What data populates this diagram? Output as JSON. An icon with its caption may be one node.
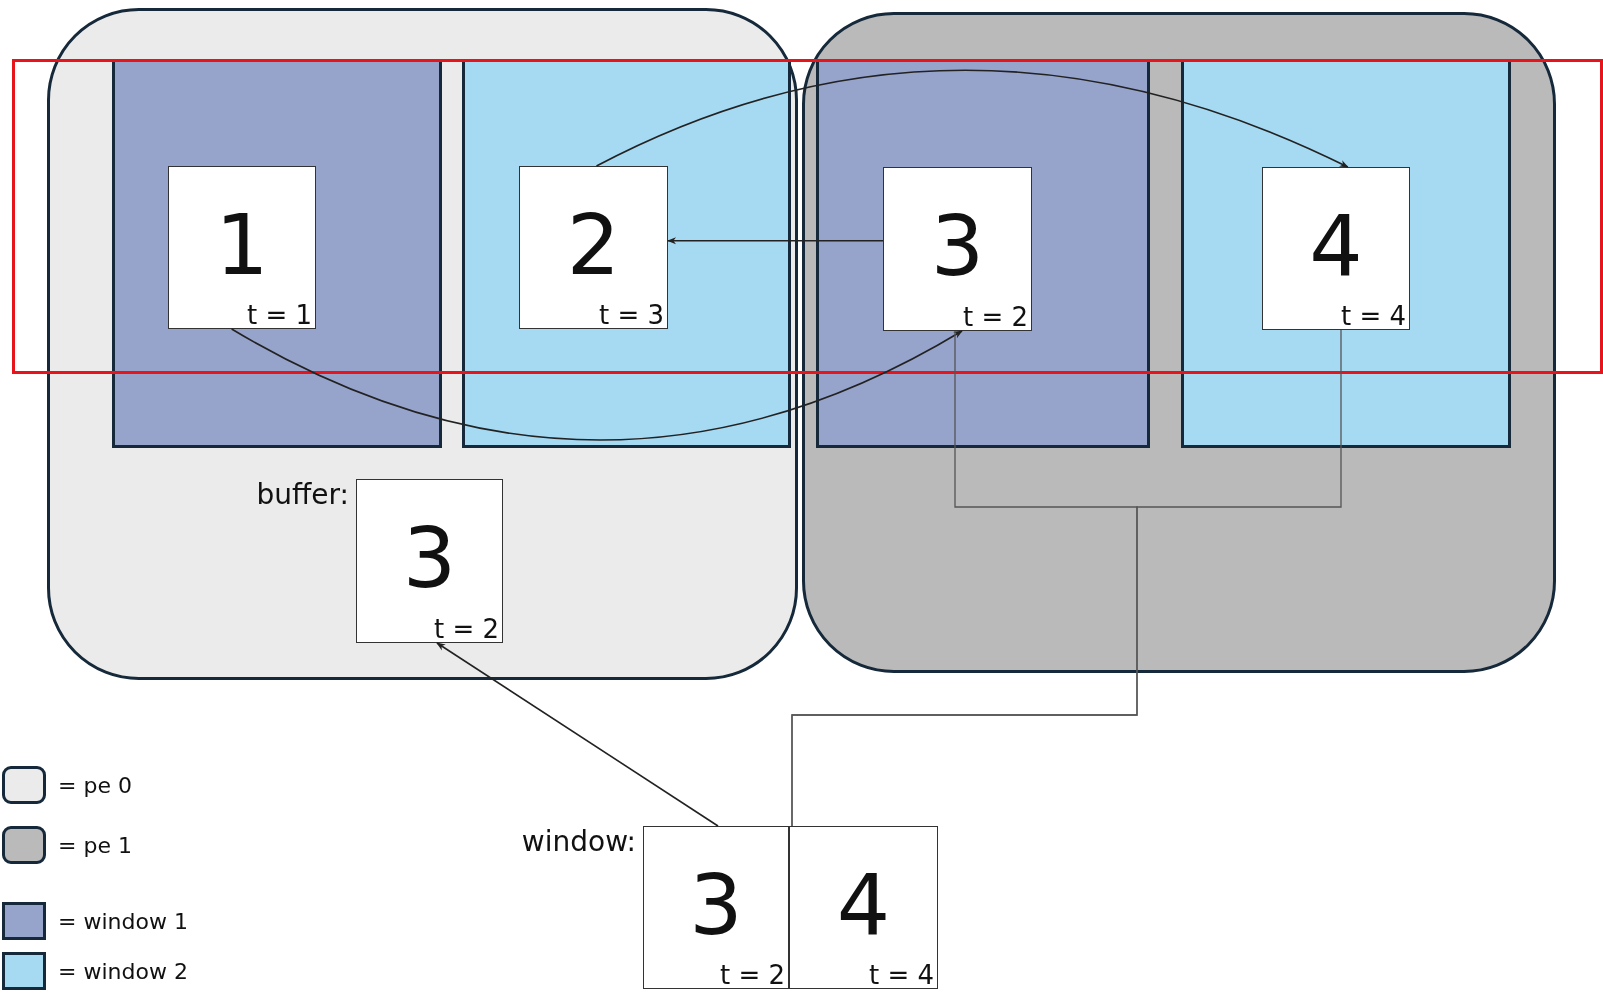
{
  "diagram": {
    "nodes": [
      {
        "text": [],
        "shape": "box"
      },
      {
        "text": [],
        "shape": "box"
      },
      {
        "text": [],
        "shape": "box",
        "in": 0
      },
      {
        "text": [],
        "shape": "box",
        "in": 0
      },
      {
        "text": [],
        "shape": "box",
        "in": 1
      },
      {
        "text": [],
        "shape": "box",
        "in": 1
      },
      {
        "text": [
          "1",
          "t = 1"
        ],
        "in": 2
      },
      {
        "text": [
          "2",
          "t = 3"
        ],
        "in": 3
      },
      {
        "text": [
          "3",
          "t = 2"
        ],
        "in": 4
      },
      {
        "text": [
          "4",
          "t = 4"
        ],
        "in": 5
      },
      {
        "text": [
          "3",
          "t = 2"
        ],
        "in": 0,
        "beside": [
          "buffer:"
        ]
      },
      {
        "text": [
          "3",
          "t = 2"
        ],
        "beside": [
          "window:"
        ]
      },
      {
        "text": [
          "4",
          "t = 4"
        ]
      }
    ],
    "edges": [
      {
        "from": 7,
        "to": 9,
        "arrow": "to"
      },
      {
        "from": 8,
        "to": 7,
        "arrow": "to"
      },
      {
        "from": 6,
        "to": 8,
        "arrow": "to"
      },
      {
        "from": 11,
        "to": 10,
        "arrow": "to"
      },
      {
        "from": 8,
        "to": 12,
        "arrow": "none"
      },
      {
        "from": 9,
        "to": 12,
        "arrow": "none"
      }
    ],
    "legend": [
      {
        "text": "= pe 0",
        "color": "#ebebeb"
      },
      {
        "text": "= pe 1",
        "color": "#bababa"
      },
      {
        "text": "= window 1",
        "color": "#96a3cb"
      },
      {
        "text": "= window 2",
        "color": "#a6d9f2"
      }
    ]
  }
}
